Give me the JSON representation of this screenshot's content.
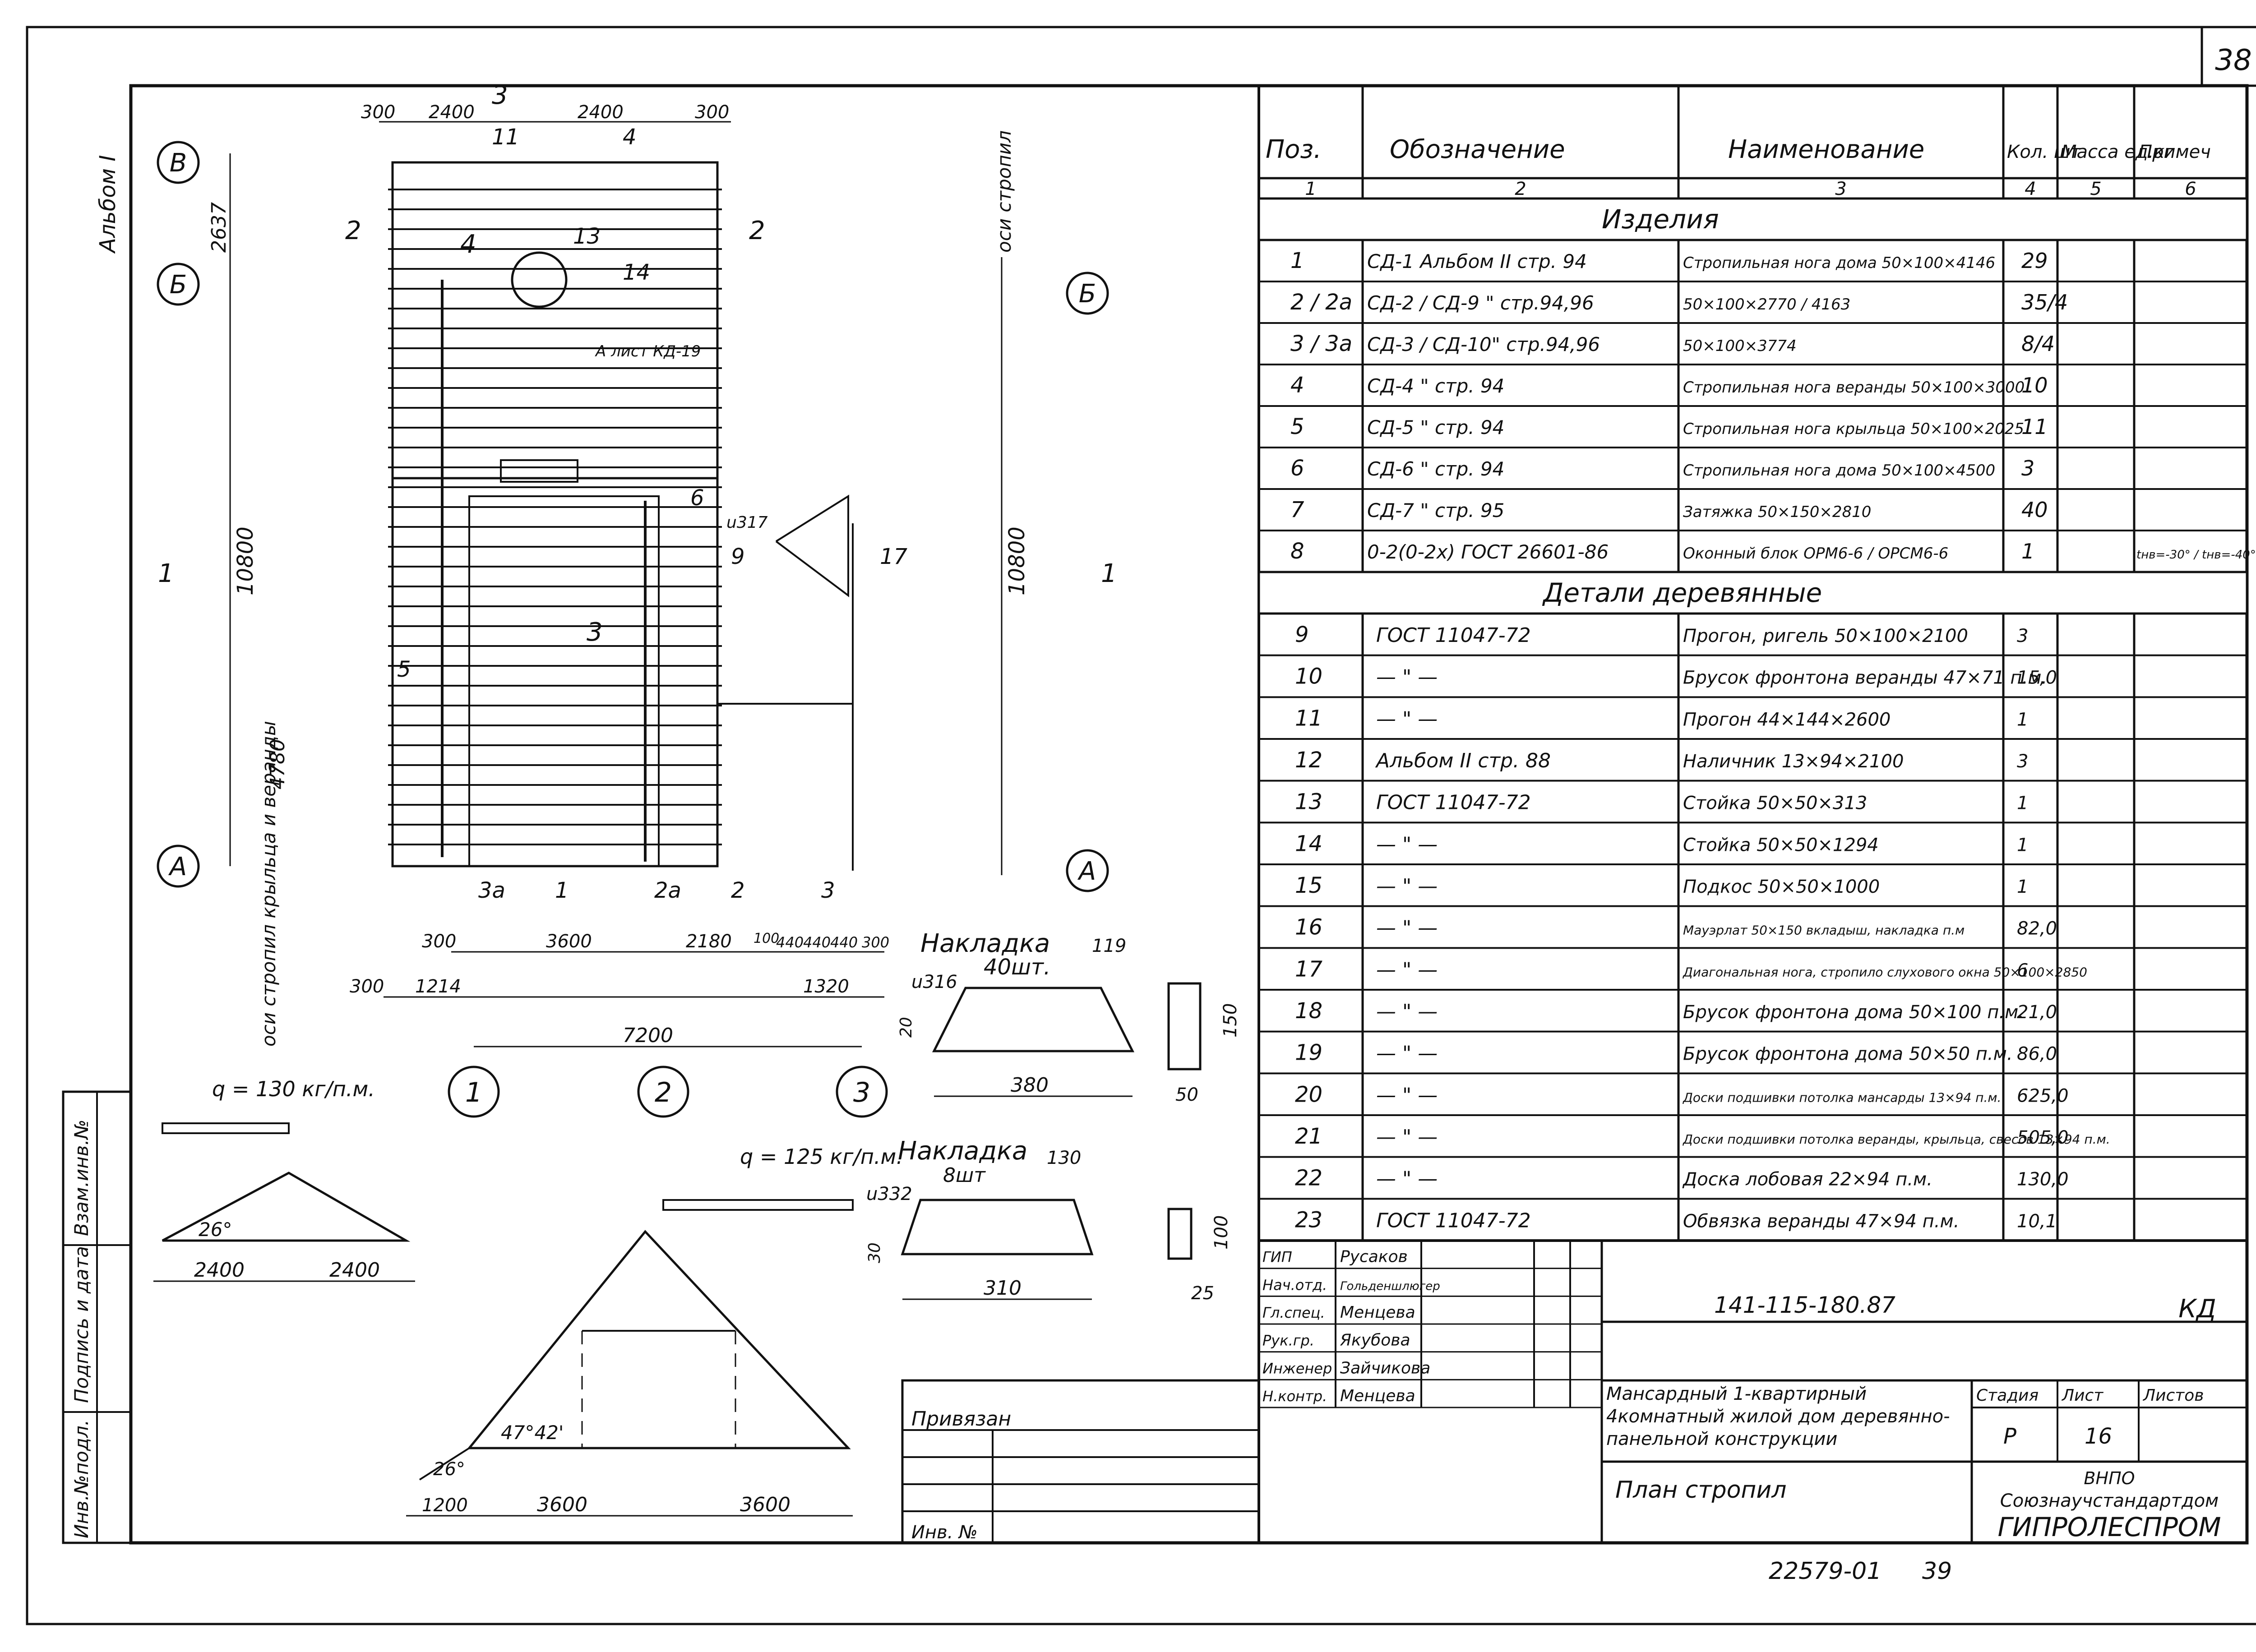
{
  "sheet_number": "38",
  "album_label": "Альбом I",
  "bottom_code": "22579-01",
  "bottom_page": "39",
  "plan": {
    "axis_letters": [
      "В",
      "Б",
      "А"
    ],
    "axis_numbers": [
      "1",
      "2",
      "3"
    ],
    "section_marks": [
      "1",
      "2",
      "3",
      "4"
    ],
    "top_dims": [
      "300",
      "2400",
      "2400",
      "300"
    ],
    "left_dims": [
      "2637",
      "10800",
      "4780"
    ],
    "bottom_dims_row1": [
      "300",
      "3600",
      "2180",
      "100",
      "440",
      "440",
      "440",
      "300"
    ],
    "bottom_dims_row2": [
      "300",
      "1214",
      "1320"
    ],
    "bottom_total": "7200",
    "right_total": "10800",
    "labels_left": "оси стропил крыльца и веранды",
    "labels_right": "оси стропил",
    "node_label": "А лист КД-19",
    "pos_labels": [
      "1",
      "2",
      "2а",
      "3",
      "3а",
      "4",
      "5",
      "6",
      "9",
      "11",
      "13",
      "14",
      "17"
    ],
    "node_marks": [
      "u317",
      "A"
    ]
  },
  "overlay1": {
    "title": "Накладка",
    "count": "40шт.",
    "mark": "u316",
    "dim_top": "119",
    "dim_bottom": "380",
    "dim_side": "20",
    "dim_section_h": "150",
    "dim_section_w": "50"
  },
  "overlay2": {
    "title": "Накладка",
    "count": "8шт",
    "mark": "u332",
    "dim_top": "130",
    "dim_bottom": "310",
    "dim_side": "30",
    "dim_section_h": "100",
    "dim_section_w": "25"
  },
  "loads": {
    "load1": "q = 130 кг/п.м.",
    "load2": "q = 125 кг/п.м.",
    "angle_small": "26°",
    "angle_big": "47°42'",
    "angle_big_eave": "26°",
    "small_dims": [
      "2400",
      "2400"
    ],
    "big_dims": [
      "1200",
      "3600",
      "3600"
    ]
  },
  "side_stamp": [
    "Инв.№подл.",
    "Подпись и дата",
    "Взам.инв.№"
  ],
  "table": {
    "headers": [
      "Поз.",
      "Обозначение",
      "Наименование",
      "Кол. шт",
      "Масса ед.кг",
      "Примеч"
    ],
    "header_nums": [
      "1",
      "2",
      "3",
      "4",
      "5",
      "6"
    ],
    "section1": "Изделия",
    "section2": "Детали деревянные",
    "rows1": [
      {
        "pos": "1",
        "des": "СД-1  Альбом II  стр. 94",
        "name": "Стропильная нога дома 50×100×4146",
        "qty": "29",
        "mass": "",
        "note": ""
      },
      {
        "pos": "2 / 2а",
        "des": "СД-2 / СД-9 \"  стр.94,96",
        "name": "50×100×2770 / 4163",
        "qty": "35/4",
        "mass": "",
        "note": ""
      },
      {
        "pos": "3 / 3а",
        "des": "СД-3 / СД-10\"  стр.94,96",
        "name": "50×100×3774",
        "qty": "8/4",
        "mass": "",
        "note": ""
      },
      {
        "pos": "4",
        "des": "СД-4  \"  стр. 94",
        "name": "Стропильная нога веранды 50×100×3000",
        "qty": "10",
        "mass": "",
        "note": ""
      },
      {
        "pos": "5",
        "des": "СД-5  \"  стр. 94",
        "name": "Стропильная нога крыльца 50×100×2025",
        "qty": "11",
        "mass": "",
        "note": ""
      },
      {
        "pos": "6",
        "des": "СД-6  \"  стр. 94",
        "name": "Стропильная нога дома 50×100×4500",
        "qty": "3",
        "mass": "",
        "note": ""
      },
      {
        "pos": "7",
        "des": "СД-7  \"  стр. 95",
        "name": "Затяжка 50×150×2810",
        "qty": "40",
        "mass": "",
        "note": ""
      },
      {
        "pos": "8",
        "des": "0-2(0-2х) ГОСТ 26601-86",
        "name": "Оконный блок ОРМ6-6 / ОРСМ6-6",
        "qty": "1",
        "mass": "",
        "note": "tнв=-30° / tнв=-40°"
      }
    ],
    "rows2": [
      {
        "pos": "9",
        "des": "ГОСТ 11047-72",
        "name": "Прогон, ригель 50×100×2100",
        "qty": "3",
        "mass": "",
        "note": ""
      },
      {
        "pos": "10",
        "des": "— \" —",
        "name": "Брусок фронтона веранды 47×71 п.м.",
        "qty": "15,0",
        "mass": "",
        "note": ""
      },
      {
        "pos": "11",
        "des": "— \" —",
        "name": "Прогон 44×144×2600",
        "qty": "1",
        "mass": "",
        "note": ""
      },
      {
        "pos": "12",
        "des": "Альбом II  стр. 88",
        "name": "Наличник 13×94×2100",
        "qty": "3",
        "mass": "",
        "note": ""
      },
      {
        "pos": "13",
        "des": "ГОСТ 11047-72",
        "name": "Стойка 50×50×313",
        "qty": "1",
        "mass": "",
        "note": ""
      },
      {
        "pos": "14",
        "des": "— \" —",
        "name": "Стойка 50×50×1294",
        "qty": "1",
        "mass": "",
        "note": ""
      },
      {
        "pos": "15",
        "des": "— \" —",
        "name": "Подкос 50×50×1000",
        "qty": "1",
        "mass": "",
        "note": ""
      },
      {
        "pos": "16",
        "des": "— \" —",
        "name": "Мауэрлат 50×150 вкладыш, накладка п.м",
        "qty": "82,0",
        "mass": "",
        "note": ""
      },
      {
        "pos": "17",
        "des": "— \" —",
        "name": "Диагональная нога, стропило слухового окна 50×100×2850",
        "qty": "6",
        "mass": "",
        "note": ""
      },
      {
        "pos": "18",
        "des": "— \" —",
        "name": "Брусок фронтона дома 50×100 п.м.",
        "qty": "21,0",
        "mass": "",
        "note": ""
      },
      {
        "pos": "19",
        "des": "— \" —",
        "name": "Брусок фронтона дома 50×50 п.м.",
        "qty": "86,0",
        "mass": "",
        "note": ""
      },
      {
        "pos": "20",
        "des": "— \" —",
        "name": "Доски подшивки потолка мансарды 13×94 п.м.",
        "qty": "625,0",
        "mass": "",
        "note": ""
      },
      {
        "pos": "21",
        "des": "— \" —",
        "name": "Доски подшивки потолка веранды, крыльца, свесов 13×94 п.м.",
        "qty": "505,0",
        "mass": "",
        "note": ""
      },
      {
        "pos": "22",
        "des": "— \" —",
        "name": "Доска лобовая 22×94 п.м.",
        "qty": "130,0",
        "mass": "",
        "note": ""
      },
      {
        "pos": "23",
        "des": "ГОСТ 11047-72",
        "name": "Обвязка веранды 47×94 п.м.",
        "qty": "10,1",
        "mass": "",
        "note": ""
      }
    ]
  },
  "title_block": {
    "roles": [
      "ГИП",
      "Нач.отд.",
      "Гл.спец.",
      "Рук.гр.",
      "Инженер",
      "Н.контр."
    ],
    "names": [
      "Русаков",
      "Гольденшлюгер",
      "Менцева",
      "Якубова",
      "Зайчикова",
      "Менцева"
    ],
    "doc_code": "141-115-180.87",
    "doc_type": "КД",
    "project": "Мансардный 1-квартирный 4комнатный жилой дом деревянно-панельной конструкции",
    "sheet_title": "План стропил",
    "stage_label": "Стадия",
    "sheet_label": "Лист",
    "sheets_label": "Листов",
    "stage": "Р",
    "sheet": "16",
    "org1": "ВНПО",
    "org2": "Союзнаучстандартдом",
    "org3": "ГИПРОЛЕСПРОМ",
    "privyazan": "Привязан",
    "inv": "Инв. №"
  }
}
